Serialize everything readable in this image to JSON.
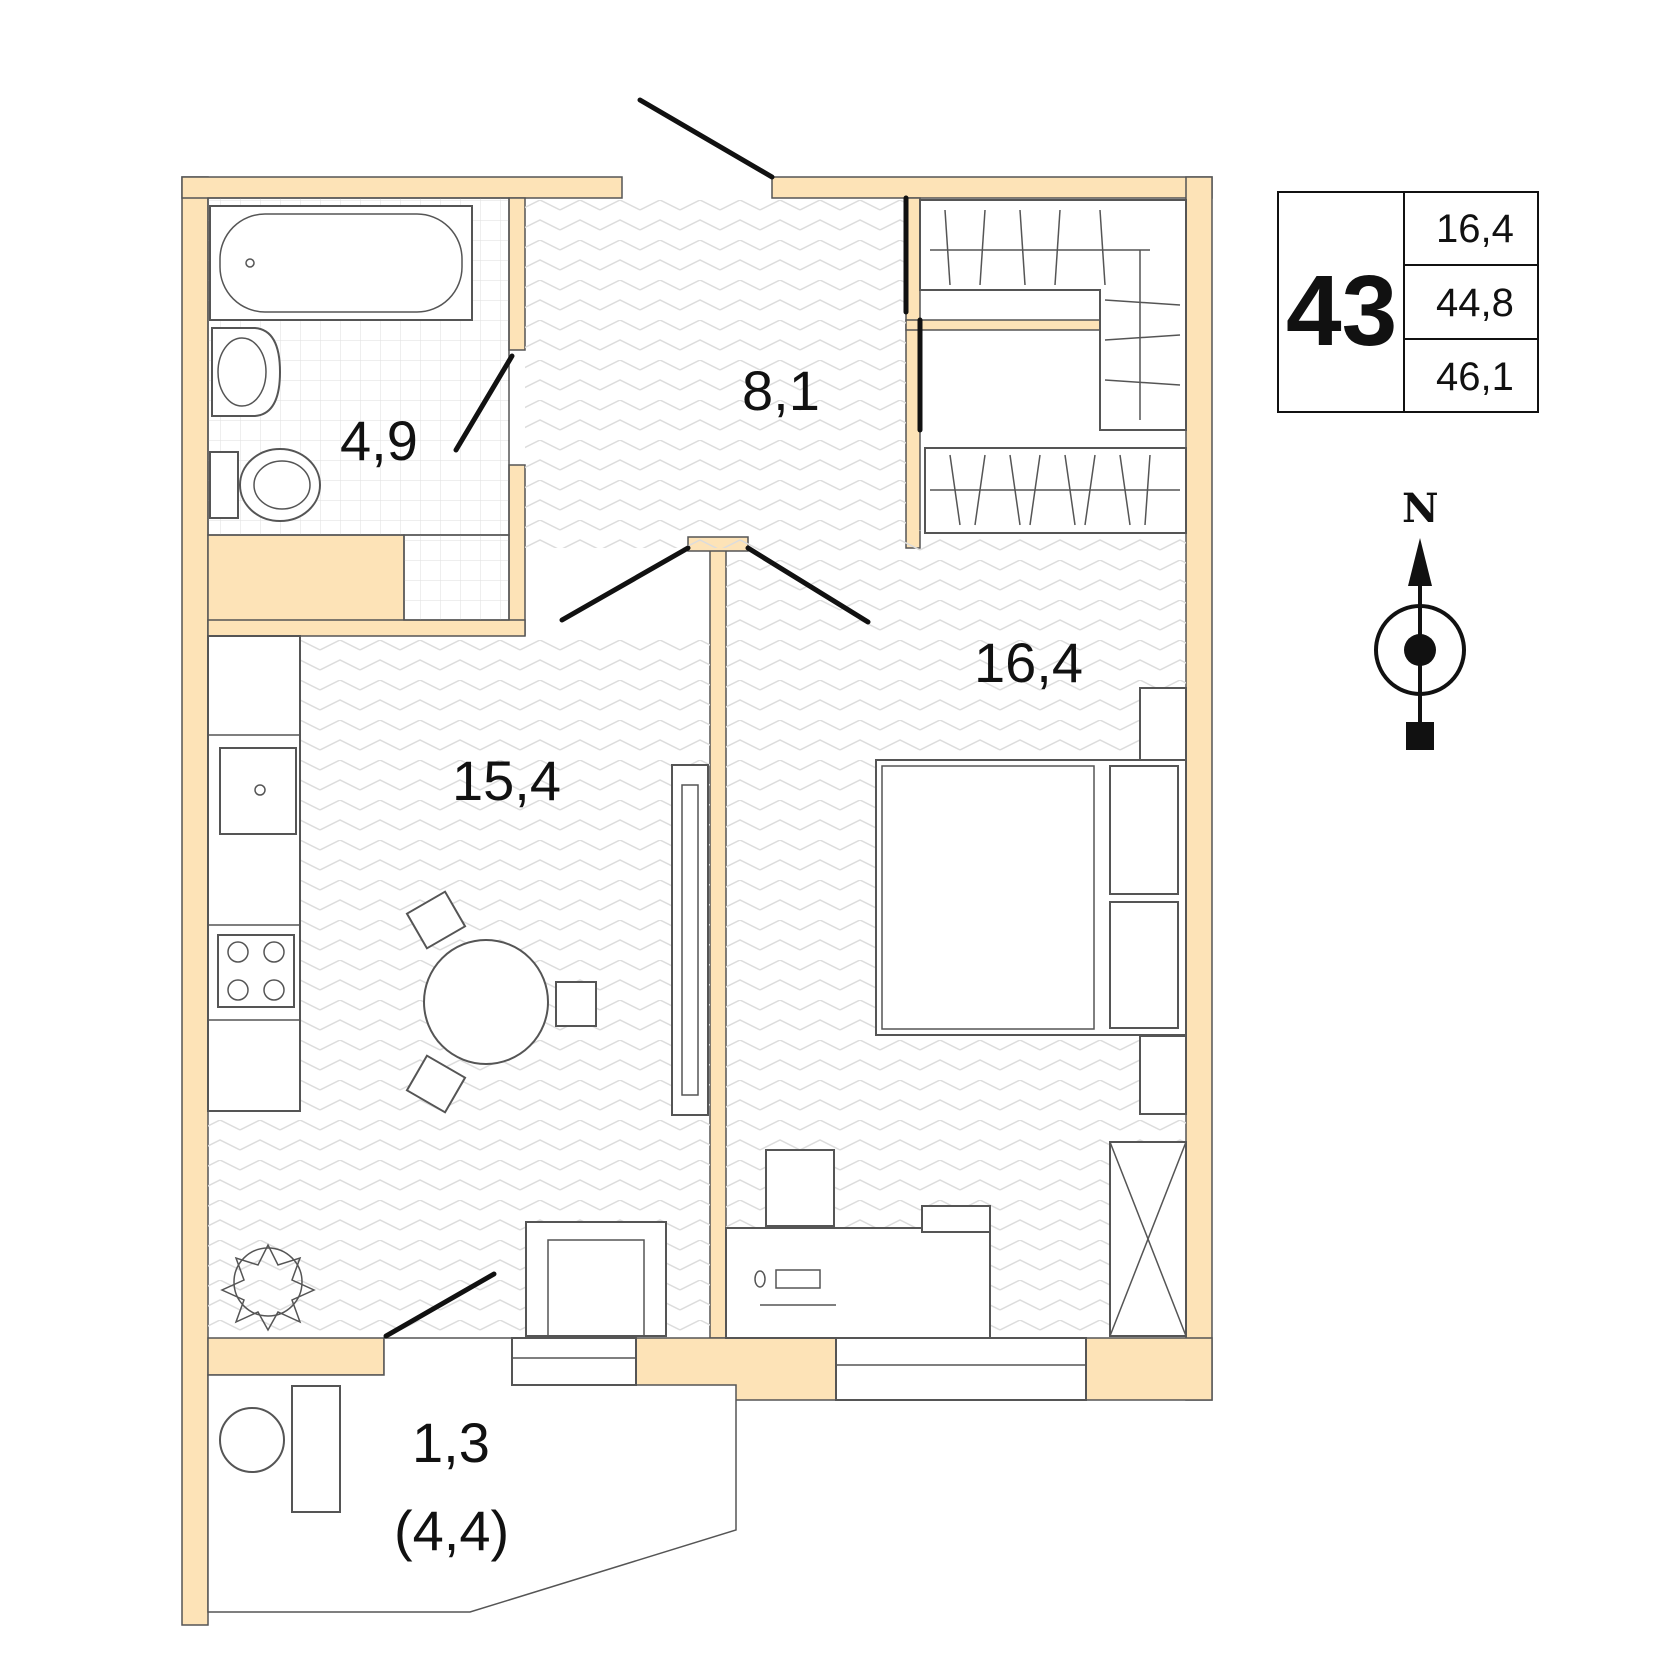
{
  "apartment": {
    "number": "43",
    "areas": [
      "16,4",
      "44,8",
      "46,1"
    ]
  },
  "rooms": {
    "bathroom": {
      "area": "4,9"
    },
    "hall": {
      "area": "8,1"
    },
    "bedroom": {
      "area": "16,4"
    },
    "kitchen_living": {
      "area": "15,4"
    },
    "balcony": {
      "area": "1,3",
      "area_full": "(4,4)"
    }
  },
  "compass": {
    "north_label": "N"
  },
  "colors": {
    "wall_fill": "#fde3b7",
    "line": "#111111",
    "pattern": "#d9d9d9"
  }
}
